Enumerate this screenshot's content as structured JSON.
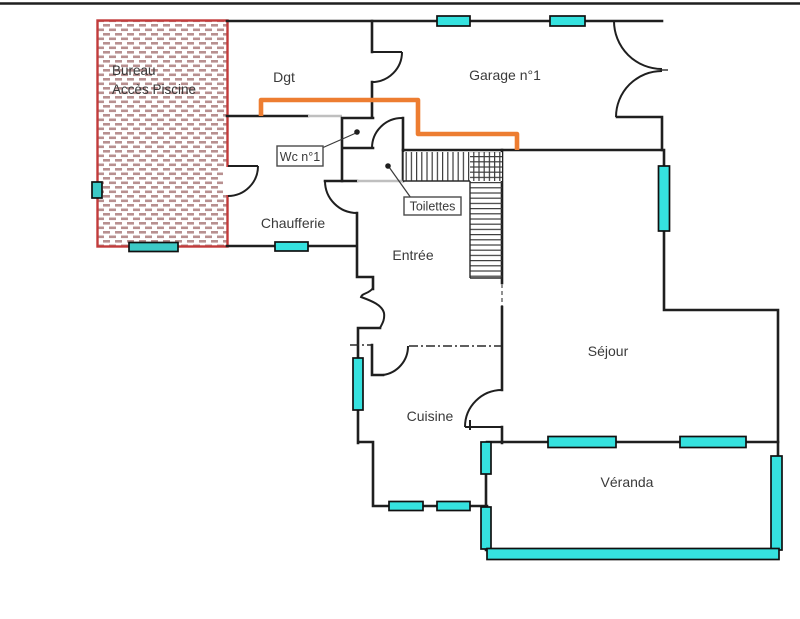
{
  "plan": {
    "type": "floor-plan",
    "labels": {
      "bureau_line1": "Bureau",
      "bureau_line2": "Accès Piscine",
      "dgt": "Dgt",
      "garage": "Garage n°1",
      "wc": "Wc n°1",
      "toilettes": "Toilettes",
      "chaufferie": "Chaufferie",
      "entree": "Entrée",
      "cuisine": "Cuisine",
      "sejour": "Séjour",
      "veranda": "Véranda"
    },
    "colors": {
      "wall": "#1f1f1f",
      "window_fill": "#35e2df",
      "window_fill_dark": "#3cc9c6",
      "route_orange": "#ed7d31",
      "bureau_border": "#c23b3b",
      "bureau_hatch": "#b89090",
      "opening_gray": "#bfbfbf",
      "label_text": "#3a3a3a",
      "background": "#ffffff"
    }
  }
}
